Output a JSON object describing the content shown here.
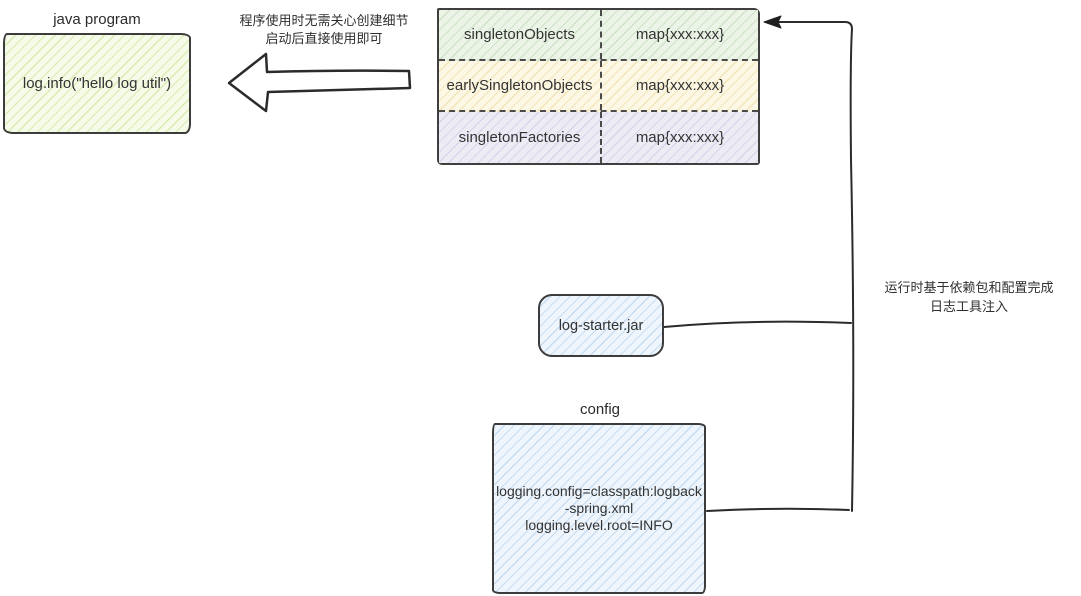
{
  "java_program": {
    "title": "java program",
    "code": "log.info(\"hello log util\")",
    "fill": "#f6fae9",
    "hatch": "#d9ecb0"
  },
  "usage_note": {
    "line1": "程序使用时无需关心创建细节",
    "line2": "启动后直接使用即可"
  },
  "registry_table": {
    "rows": [
      {
        "name": "singletonObjects",
        "value": "map{xxx:xxx}",
        "fill": "#ecf4e8",
        "hatch": "#cfe3c8"
      },
      {
        "name": "earlySingletonObjects",
        "value": "map{xxx:xxx}",
        "fill": "#fdf8e5",
        "hatch": "#f1e5b8"
      },
      {
        "name": "singletonFactories",
        "value": "map{xxx:xxx}",
        "fill": "#edecf5",
        "hatch": "#d8d6ea"
      }
    ]
  },
  "jar_box": {
    "label": "log-starter.jar",
    "fill": "#eef5fc",
    "hatch": "#c8ddf1"
  },
  "config_box": {
    "title": "config",
    "line1": "logging.config=classpath:logback-spring.xml",
    "line2": "logging.level.root=INFO",
    "fill": "#eef5fc",
    "hatch": "#c8ddf1"
  },
  "injection_note": {
    "line1": "运行时基于依赖包和配置完成",
    "line2": "日志工具注入"
  },
  "ink_color": "#2b2b2b"
}
